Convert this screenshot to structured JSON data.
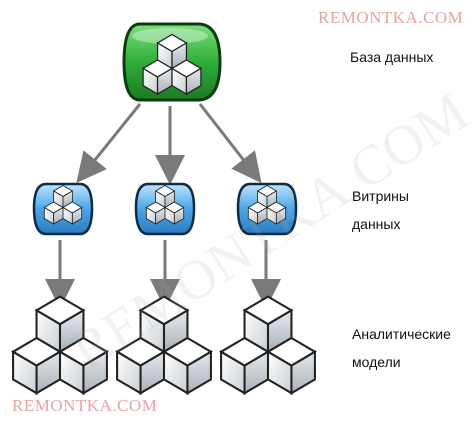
{
  "watermark": {
    "top": "REMONTKA.COM",
    "bottom": "REMONTKA.COM",
    "diagonal": "REMONTKA.COM"
  },
  "levels": {
    "database": {
      "label": "База данных"
    },
    "datamarts": {
      "label_line1": "Витрины",
      "label_line2": "данных"
    },
    "models": {
      "label_line1": "Аналитические",
      "label_line2": "модели"
    }
  },
  "colors": {
    "database_fill": "#2fae3a",
    "database_border": "#0a3d0e",
    "datamart_fill": "#4aa6e8",
    "datamart_border": "#0d2b45",
    "model_fill": "#cfd3d6",
    "model_border": "#111111",
    "arrow": "#7a7a7a",
    "cube_face": "#f2f5f7"
  },
  "icons": {
    "database": "cube-cluster-icon",
    "datamart": "cube-cluster-icon",
    "model": "cube-cluster-icon"
  }
}
